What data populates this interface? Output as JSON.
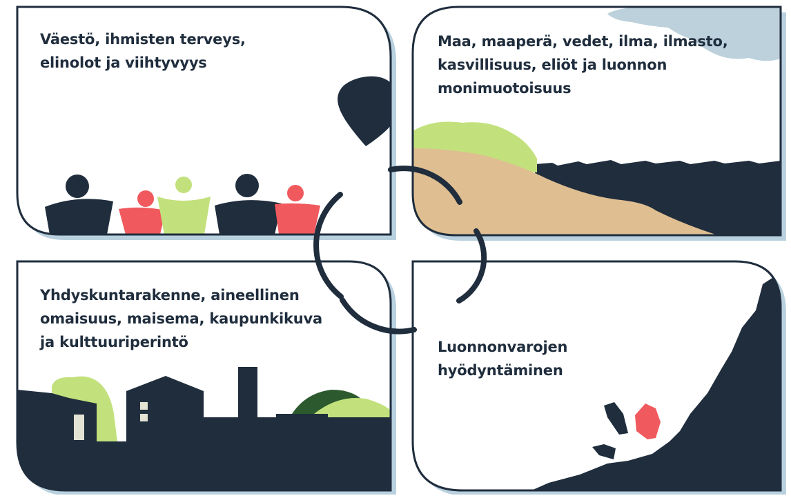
{
  "colors": {
    "dark": "#1f2d3d",
    "shadow": "#b9d1de",
    "red": "#f0595d",
    "green": "#c2e17c",
    "dark_green": "#2c5a2e",
    "sand": "#dfbe91",
    "sky": "#bcd1dc",
    "window": "#e3e3d4"
  },
  "panels": [
    {
      "id": "population",
      "lines": [
        "Väestö, ihmisten terveys,",
        "elinolot ja viihtyvyys"
      ],
      "icons": [
        "heart-icon",
        "people-icon"
      ]
    },
    {
      "id": "environment",
      "lines": [
        "Maa, maaperä, vedet, ilma, ilmasto,",
        "kasvillisuus, eliöt ja luonnon",
        "monimuotoisuus"
      ],
      "icons": [
        "cloud-icon",
        "landscape-icon"
      ]
    },
    {
      "id": "community",
      "lines": [
        "Yhdyskuntarakenne, aineellinen",
        "omaisuus, maisema, kaupunkikuva",
        "ja kulttuuriperintö"
      ],
      "icons": [
        "city-skyline-icon"
      ]
    },
    {
      "id": "resources",
      "lines": [
        "Luonnonvarojen",
        "hyödyntäminen"
      ],
      "icons": [
        "quarry-icon"
      ]
    }
  ]
}
